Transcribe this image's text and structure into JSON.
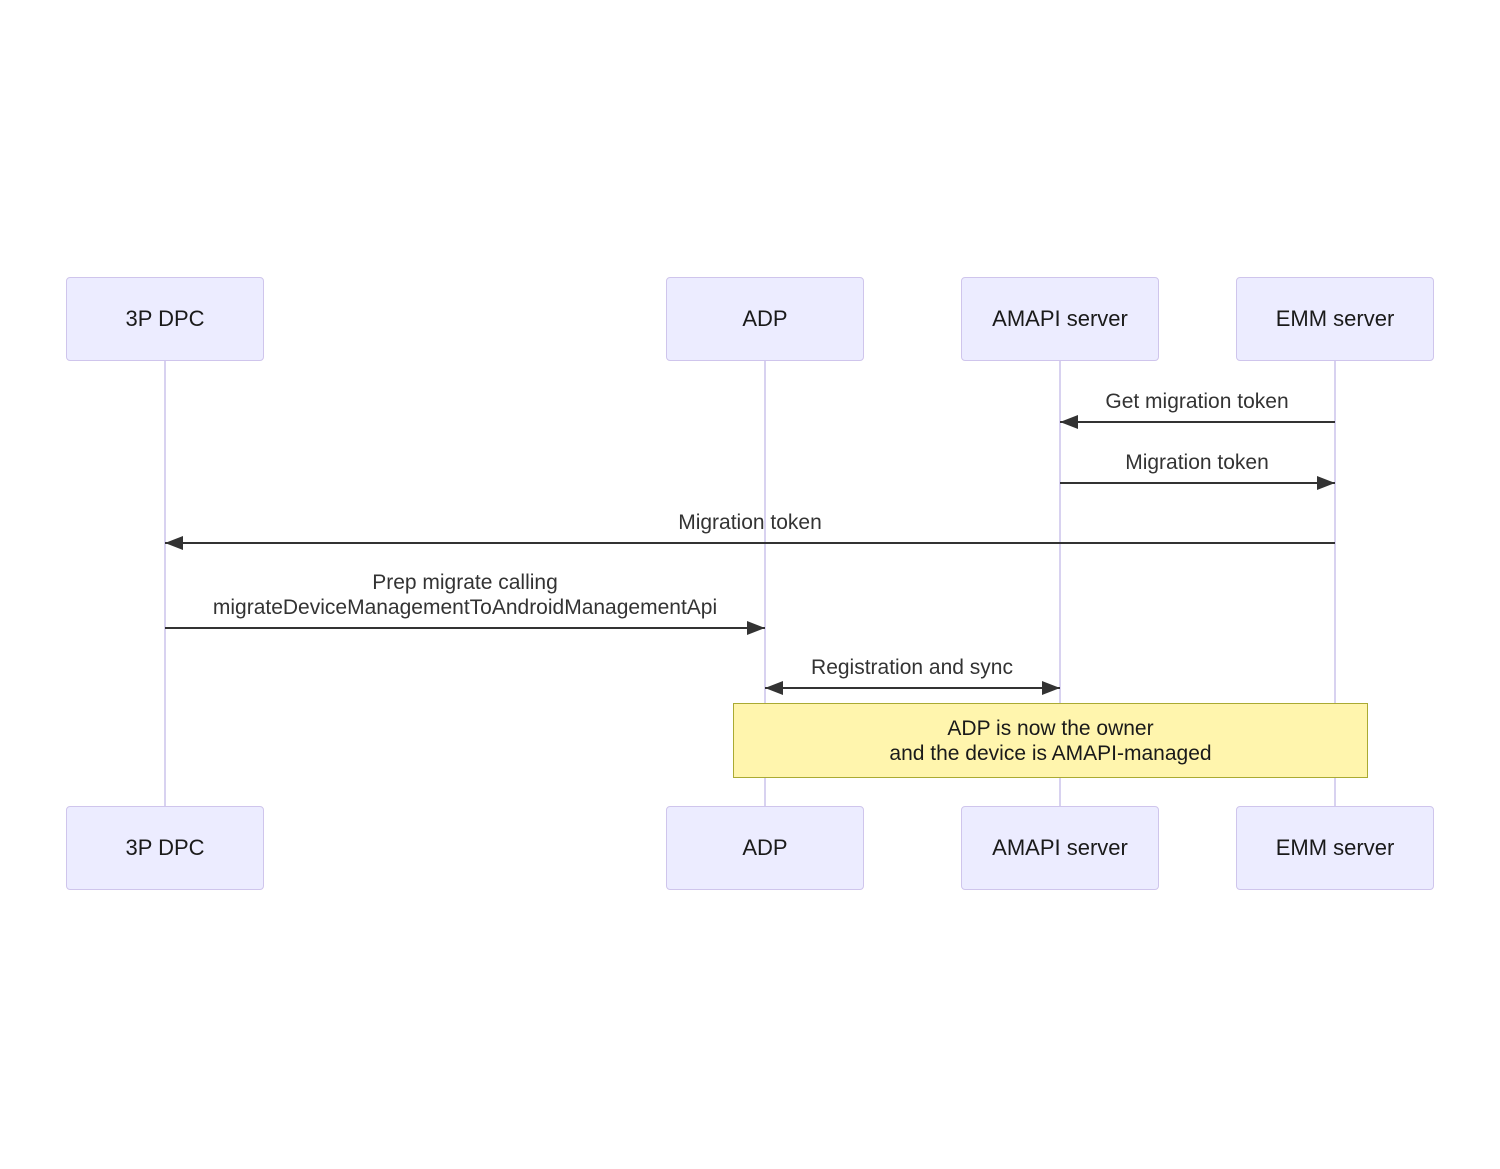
{
  "colors": {
    "actor_fill": "#ECECFF",
    "actor_border": "#CFC5EC",
    "lifeline": "#D8D2F0",
    "arrow": "#333333",
    "message_text": "#333333",
    "note_fill": "#FFF5AD",
    "note_border": "#AAAA33"
  },
  "actors": [
    {
      "label": "3P DPC"
    },
    {
      "label": "ADP"
    },
    {
      "label": "AMAPI server"
    },
    {
      "label": "EMM server"
    }
  ],
  "messages": [
    {
      "label": "Get migration token",
      "from": "EMM server",
      "to": "AMAPI server",
      "direction": "left"
    },
    {
      "label": "Migration token",
      "from": "AMAPI server",
      "to": "EMM server",
      "direction": "right"
    },
    {
      "label": "Migration token",
      "from": "EMM server",
      "to": "3P DPC",
      "direction": "left"
    },
    {
      "label_line1": "Prep migrate calling",
      "label_line2": "migrateDeviceManagementToAndroidManagementApi",
      "from": "3P DPC",
      "to": "ADP",
      "direction": "right"
    },
    {
      "label": "Registration and sync",
      "from": "ADP",
      "to": "AMAPI server",
      "direction": "both"
    }
  ],
  "note": {
    "line1": "ADP is now the owner",
    "line2": "and the device is AMAPI-managed",
    "over": "ADP, EMM server"
  }
}
